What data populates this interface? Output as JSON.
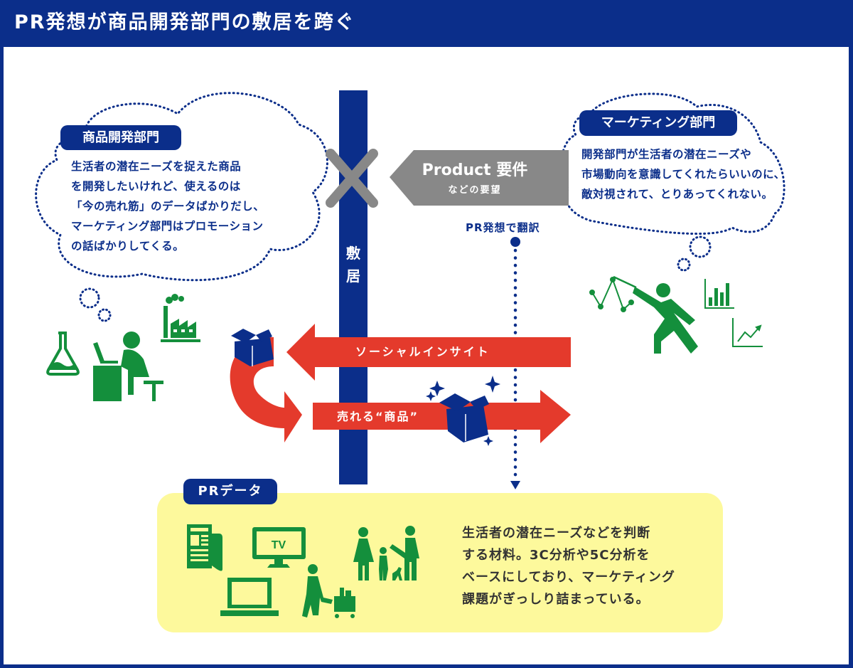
{
  "header": {
    "title": "PR発想が商品開発部門の敷居を跨ぐ"
  },
  "colors": {
    "navy": "#0b2e8a",
    "red": "#e43a2c",
    "green": "#148f3c",
    "gray": "#888888",
    "yellow": "#fdf99c"
  },
  "product_dev": {
    "tag": "商品開発部門",
    "lines": [
      "生活者の潜在ニーズを捉えた商品",
      "を開発したいけれど、使えるのは",
      "「今の売れ筋」のデータばかりだし、",
      "マーケティング部門はプロモーション",
      "の話ばかりしてくる。"
    ],
    "icons": [
      "flask-icon",
      "factory-icon",
      "desk-worker-icon"
    ]
  },
  "marketing": {
    "tag": "マーケティング部門",
    "lines": [
      "開発部門が生活者の潜在ニーズや",
      "市場動向を意識してくれたらいいのに、",
      "敵対視されて、とりあってくれない。"
    ],
    "icons": [
      "line-chart-icon",
      "presenter-icon",
      "bar-chart-icon",
      "trend-up-icon"
    ]
  },
  "threshold": {
    "label_1": "敷",
    "label_2": "居"
  },
  "request_arrow": {
    "title": "Product 要件",
    "subtitle": "などの要望",
    "blocked_icon": "x-mark-icon"
  },
  "translate": {
    "label": "PR発想で翻訳"
  },
  "flows": {
    "insight": "ソーシャルインサイト",
    "product": "売れる“商品”"
  },
  "pr_data": {
    "tag": "PRデータ",
    "lines": [
      "生活者の潜在ニーズなどを判断",
      "する材料。3C分析や5C分析を",
      "ベースにしており、マーケティング",
      "課題がぎっしり詰まっている。"
    ],
    "icons": [
      "newspaper-icon",
      "tv-icon",
      "laptop-icon",
      "shopper-icon",
      "family-icon"
    ],
    "tv_text": "TV"
  }
}
